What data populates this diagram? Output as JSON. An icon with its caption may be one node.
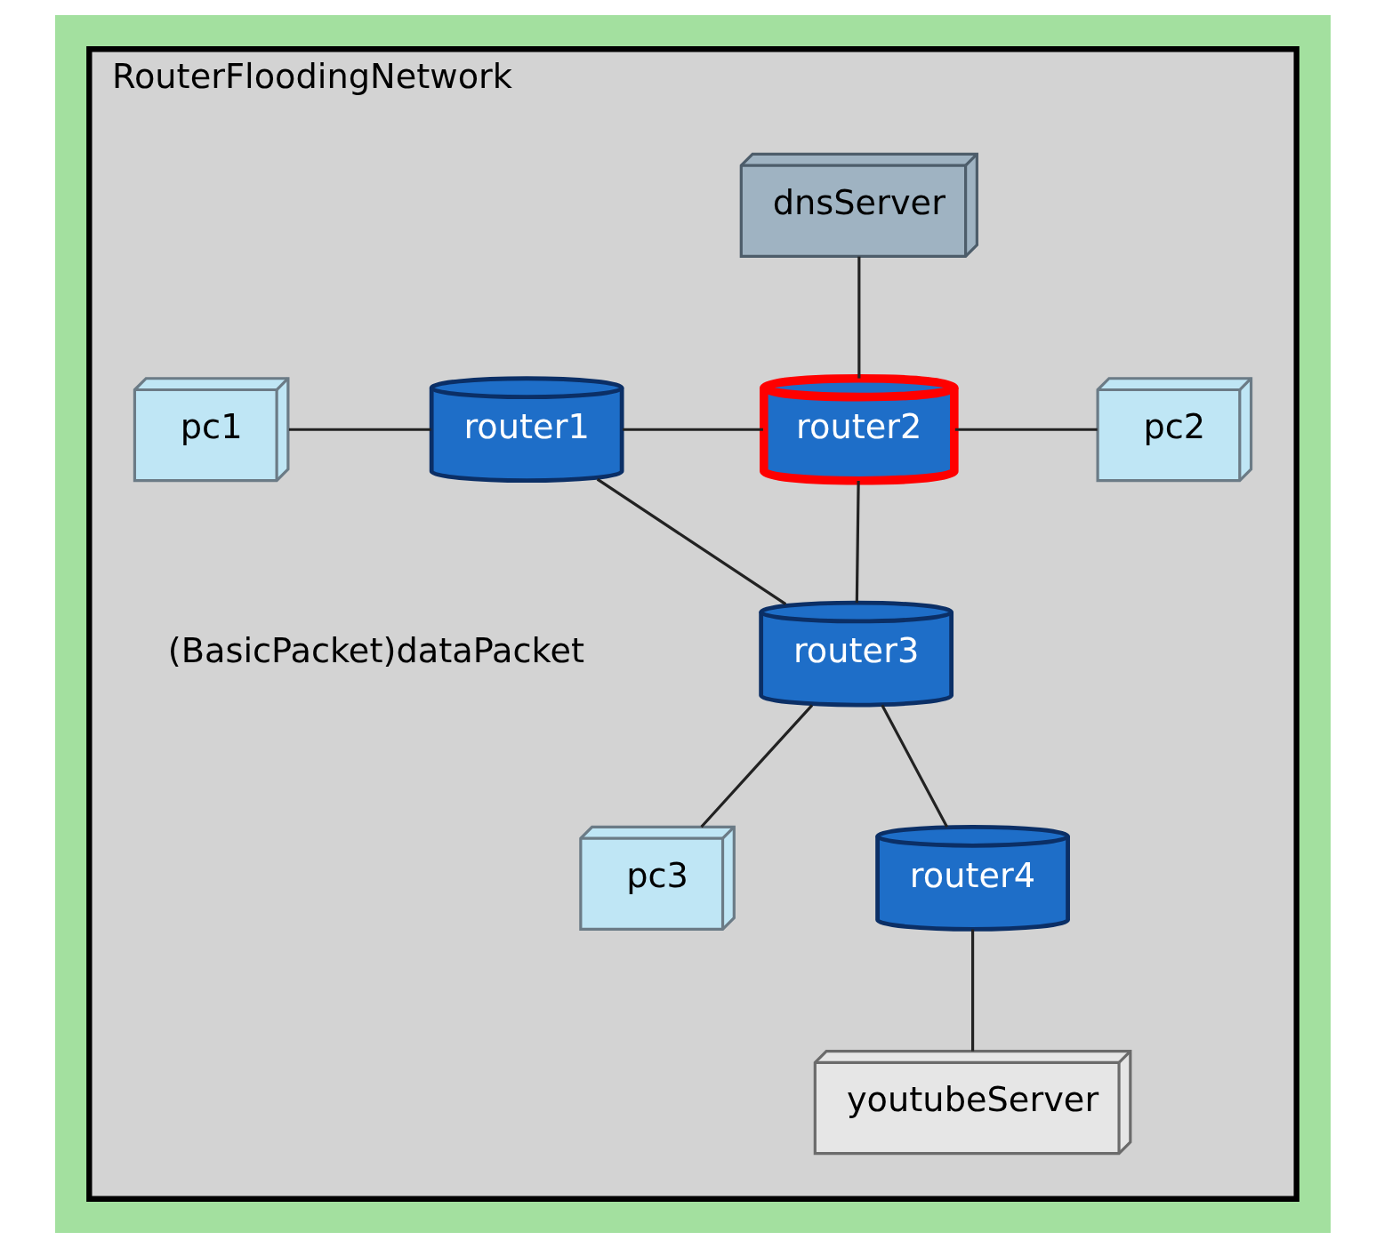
{
  "diagram": {
    "nodes": [
      {
        "text": [
          "RouterFloodingNetwork"
        ]
      },
      {
        "text": [
          "dnsServer"
        ],
        "in": 0
      },
      {
        "text": [
          "pc1"
        ],
        "in": 0
      },
      {
        "text": [
          "router1"
        ],
        "in": 0
      },
      {
        "text": [
          "router2"
        ],
        "in": 0
      },
      {
        "text": [
          "pc2"
        ],
        "in": 0
      },
      {
        "text": [
          "router3"
        ],
        "in": 0
      },
      {
        "text": [
          "pc3"
        ],
        "in": 0
      },
      {
        "text": [
          "router4"
        ],
        "in": 0
      },
      {
        "text": [
          "youtubeServer"
        ],
        "in": 0
      }
    ],
    "edges": [
      {
        "from": 1,
        "to": 4,
        "arrow": "none"
      },
      {
        "from": 2,
        "to": 3,
        "arrow": "none"
      },
      {
        "from": 3,
        "to": 4,
        "arrow": "none"
      },
      {
        "from": 4,
        "to": 5,
        "arrow": "none"
      },
      {
        "from": 3,
        "to": 6,
        "arrow": "none"
      },
      {
        "from": 4,
        "to": 6,
        "arrow": "none"
      },
      {
        "from": 6,
        "to": 7,
        "arrow": "none"
      },
      {
        "from": 6,
        "to": 8,
        "arrow": "none"
      },
      {
        "from": 8,
        "to": 9,
        "arrow": "none"
      }
    ],
    "labels": [
      "(BasicPacket)dataPacket"
    ]
  }
}
